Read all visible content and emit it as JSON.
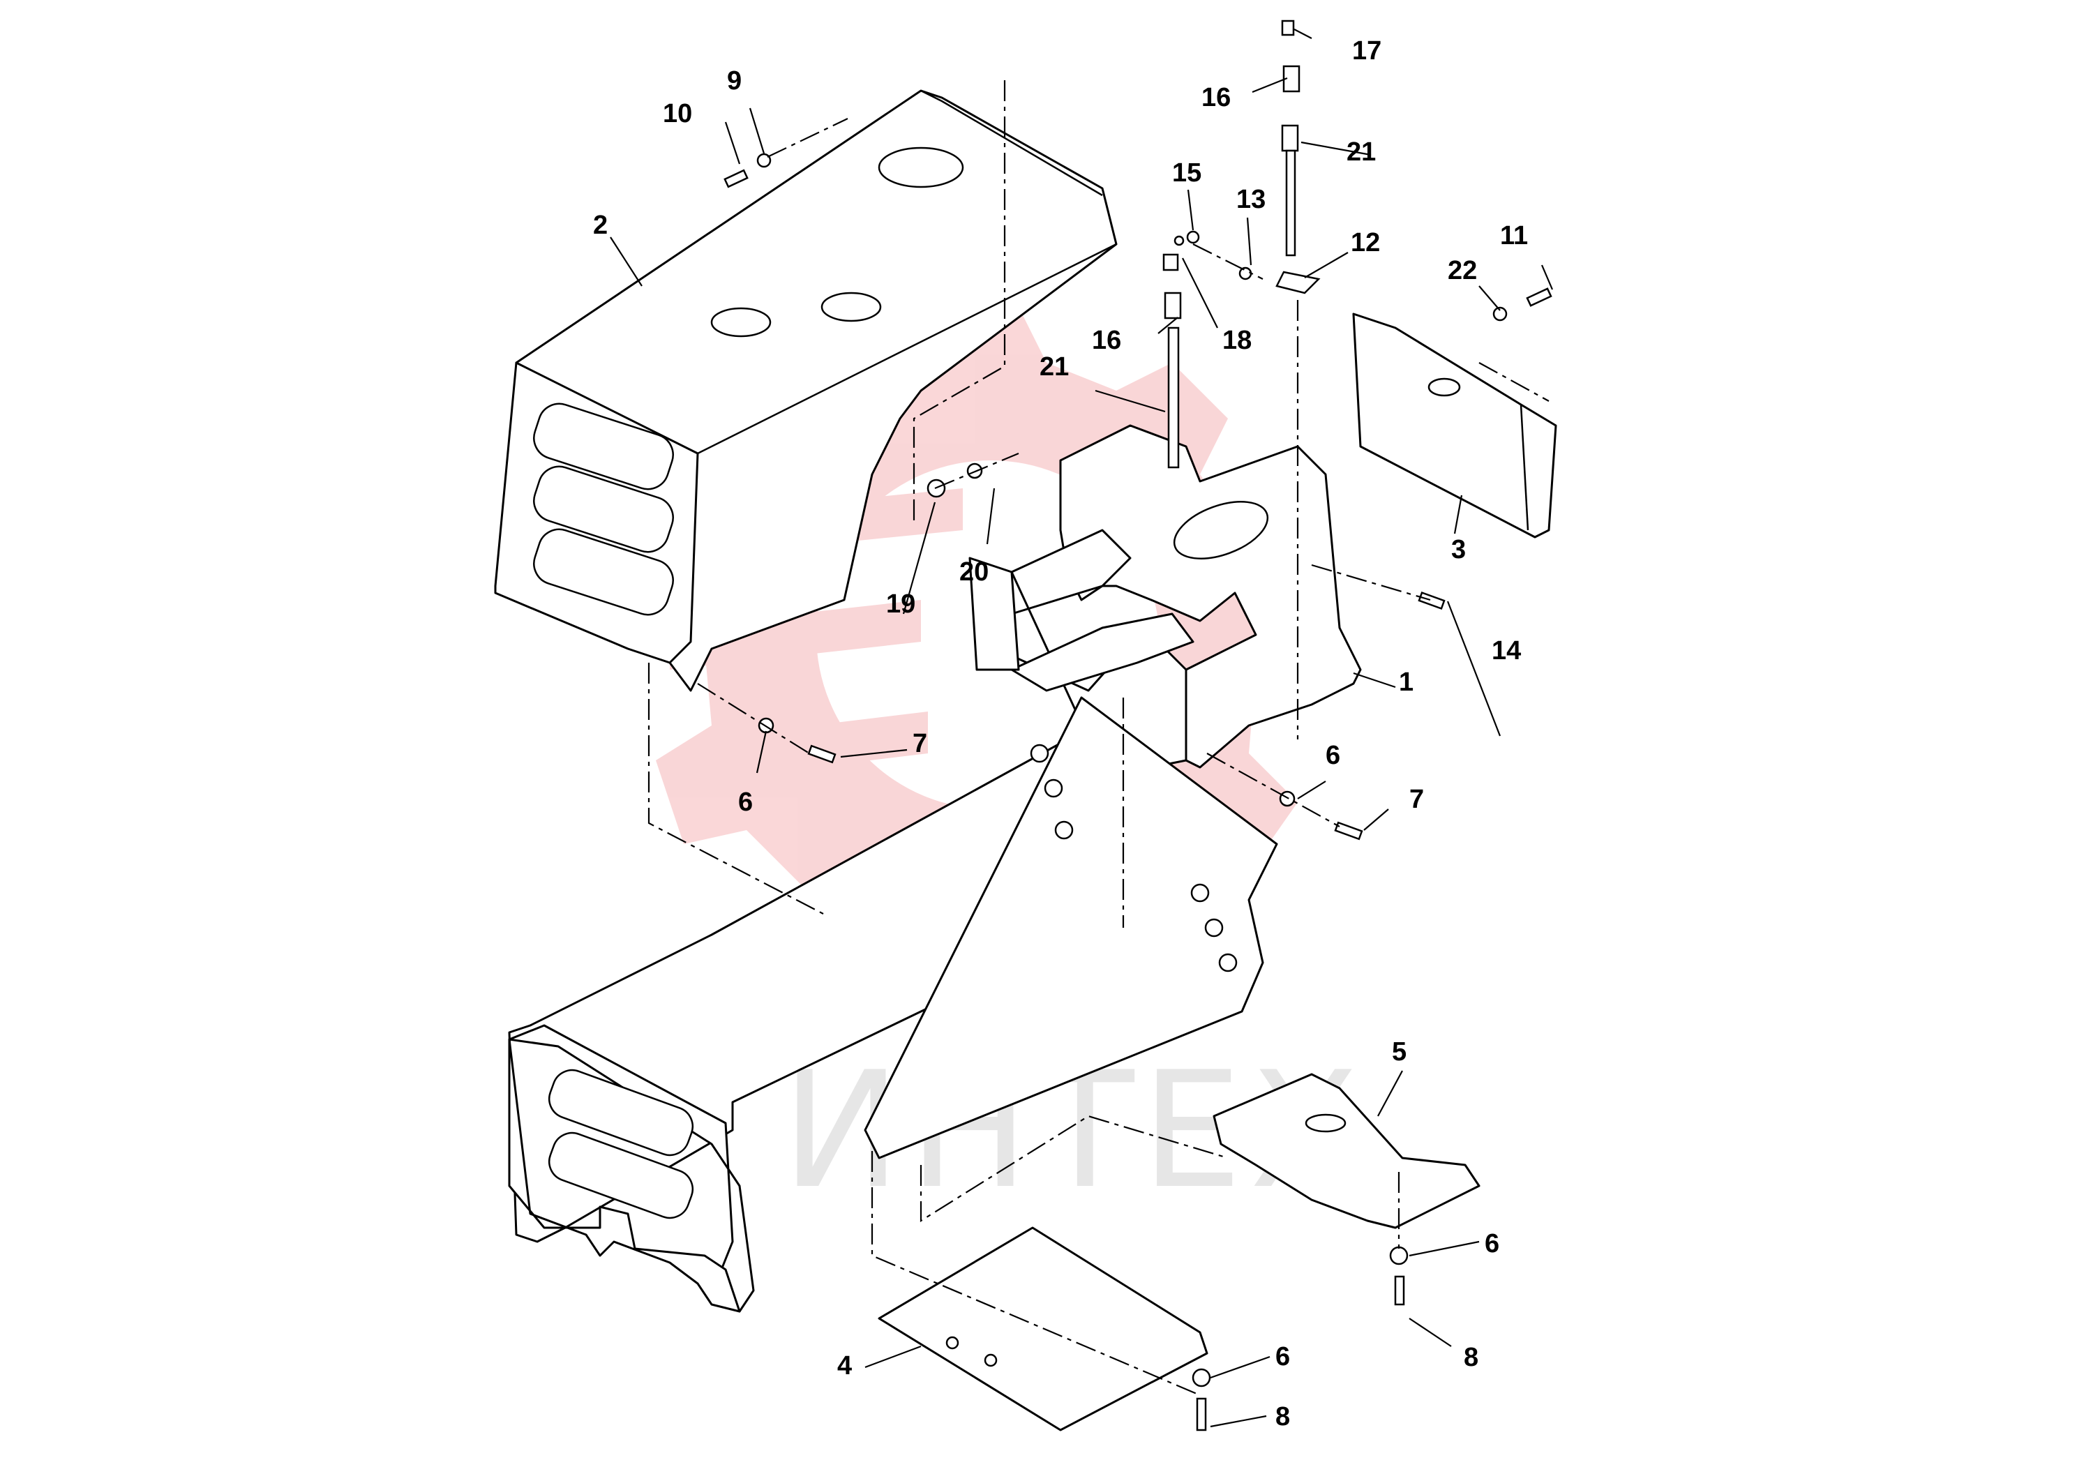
{
  "watermark": {
    "text": "ИНТЕХ",
    "color": "#e8494f"
  },
  "callouts": [
    {
      "id": "c1",
      "label": "1"
    },
    {
      "id": "c2",
      "label": "2"
    },
    {
      "id": "c3",
      "label": "3"
    },
    {
      "id": "c4",
      "label": "4"
    },
    {
      "id": "c5",
      "label": "5"
    },
    {
      "id": "c6a",
      "label": "6"
    },
    {
      "id": "c6b",
      "label": "6"
    },
    {
      "id": "c6c",
      "label": "6"
    },
    {
      "id": "c6d",
      "label": "6"
    },
    {
      "id": "c7a",
      "label": "7"
    },
    {
      "id": "c7b",
      "label": "7"
    },
    {
      "id": "c8a",
      "label": "8"
    },
    {
      "id": "c8b",
      "label": "8"
    },
    {
      "id": "c9",
      "label": "9"
    },
    {
      "id": "c10",
      "label": "10"
    },
    {
      "id": "c11",
      "label": "11"
    },
    {
      "id": "c12",
      "label": "12"
    },
    {
      "id": "c13",
      "label": "13"
    },
    {
      "id": "c14",
      "label": "14"
    },
    {
      "id": "c15",
      "label": "15"
    },
    {
      "id": "c16a",
      "label": "16"
    },
    {
      "id": "c16b",
      "label": "16"
    },
    {
      "id": "c17",
      "label": "17"
    },
    {
      "id": "c18",
      "label": "18"
    },
    {
      "id": "c19",
      "label": "19"
    },
    {
      "id": "c20",
      "label": "20"
    },
    {
      "id": "c21a",
      "label": "21"
    },
    {
      "id": "c21b",
      "label": "21"
    },
    {
      "id": "c22",
      "label": "22"
    }
  ]
}
